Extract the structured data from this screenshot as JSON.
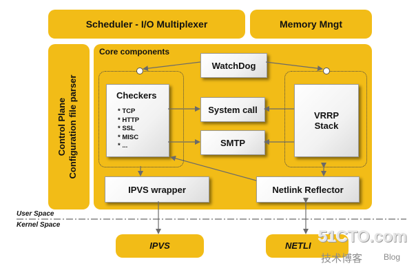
{
  "top": {
    "scheduler_label": "Scheduler - I/O Multiplexer",
    "memory_label": "Memory Mngt"
  },
  "control_plane": {
    "line1": "Control Plane",
    "line2": "Configuration file parser"
  },
  "core": {
    "title": "Core components",
    "watchdog": "WatchDog",
    "checkers_title": "Checkers",
    "checkers_items": [
      "TCP",
      "HTTP",
      "SSL",
      "MISC",
      "..."
    ],
    "system_call": "System call",
    "smtp": "SMTP",
    "vrrp_line1": "VRRP",
    "vrrp_line2": "Stack",
    "ipvs_wrapper": "IPVS wrapper",
    "netlink_reflector": "Netlink Reflector"
  },
  "spaces": {
    "user": "User Space",
    "kernel": "Kernel Space"
  },
  "bottom": {
    "ipvs": "IPVS",
    "netlink": "NETLI"
  },
  "watermark": {
    "site": "51CTO.com",
    "cn": "技术博客",
    "blog": "Blog"
  },
  "colors": {
    "accent": "#f2bc17",
    "box": "#ffffff",
    "arrow": "#666666"
  }
}
